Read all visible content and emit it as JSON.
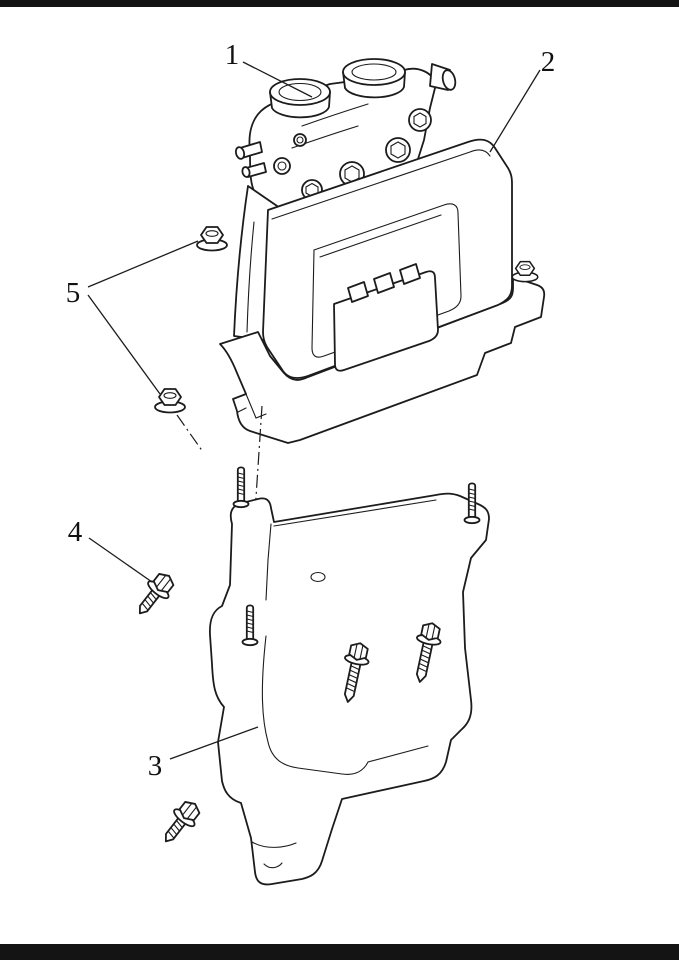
{
  "figure": {
    "type": "exploded-parts-diagram",
    "background": "#ffffff",
    "line_color": "#1c1c1c",
    "bar_color": "#141414"
  },
  "callouts": [
    {
      "label": "1",
      "part": "hydraulic-modulator-valve-assembly"
    },
    {
      "label": "2",
      "part": "electronic-brake-control-module"
    },
    {
      "label": "3",
      "part": "mounting-bracket"
    },
    {
      "label": "4",
      "part": "flange-bolt"
    },
    {
      "label": "5",
      "part": "flange-nut"
    }
  ]
}
